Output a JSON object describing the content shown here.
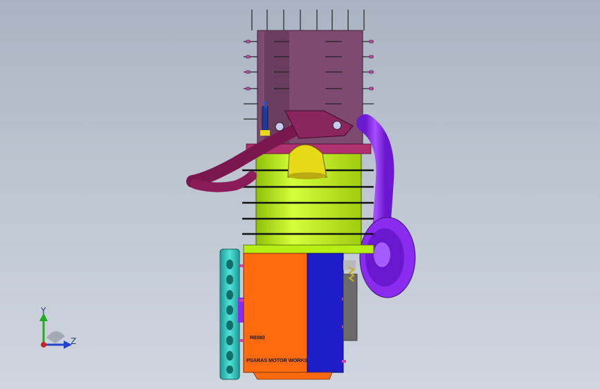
{
  "viewport": {
    "background_top": "#a9b4c2",
    "background_bottom": "#d0d6de"
  },
  "model": {
    "engraving_model_code": "RB580",
    "engraving_maker": "PSARAS MOTOR WORKS",
    "part_colors": {
      "cylinder_head": "#7e4a70",
      "cylinder": "#b6ef16",
      "exhaust_pipe": "#7a1650",
      "exhaust_bend": "#8a2cf0",
      "crankcase_left": "#ff6a0e",
      "crankcase_right": "#1e1ec8",
      "flywheel": "#38c8c4",
      "carburetor": "#e6da18",
      "spark_plug": "#1c3a9a"
    }
  },
  "triad": {
    "y_label": "Y",
    "z_label": "Z",
    "y_color": "#22aa22",
    "z_color": "#2244cc",
    "x_color": "#cc2222"
  }
}
